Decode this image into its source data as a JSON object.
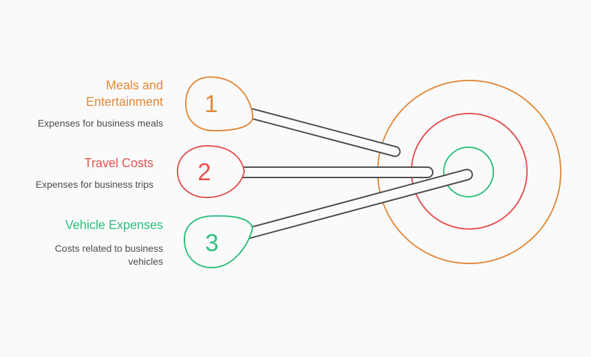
{
  "diagram_type": "numbered items pointing to concentric target",
  "items": [
    {
      "number": "1",
      "title": "Meals and Entertainment",
      "description": "Expenses for business meals",
      "color": "#e18a3c"
    },
    {
      "number": "2",
      "title": "Travel Costs",
      "description": "Expenses for business trips",
      "color": "#e35251"
    },
    {
      "number": "3",
      "title": "Vehicle Expenses",
      "description": "Costs related to business vehicles",
      "color": "#2ec07d"
    }
  ],
  "target": {
    "rings": [
      {
        "name": "outer",
        "color": "#e18a3c"
      },
      {
        "name": "middle",
        "color": "#e35251"
      },
      {
        "name": "inner",
        "color": "#2ec07d"
      }
    ]
  },
  "colors": {
    "background": "#fafafa",
    "stick": "#4a4a4a",
    "description_text": "#4c4c4c"
  }
}
